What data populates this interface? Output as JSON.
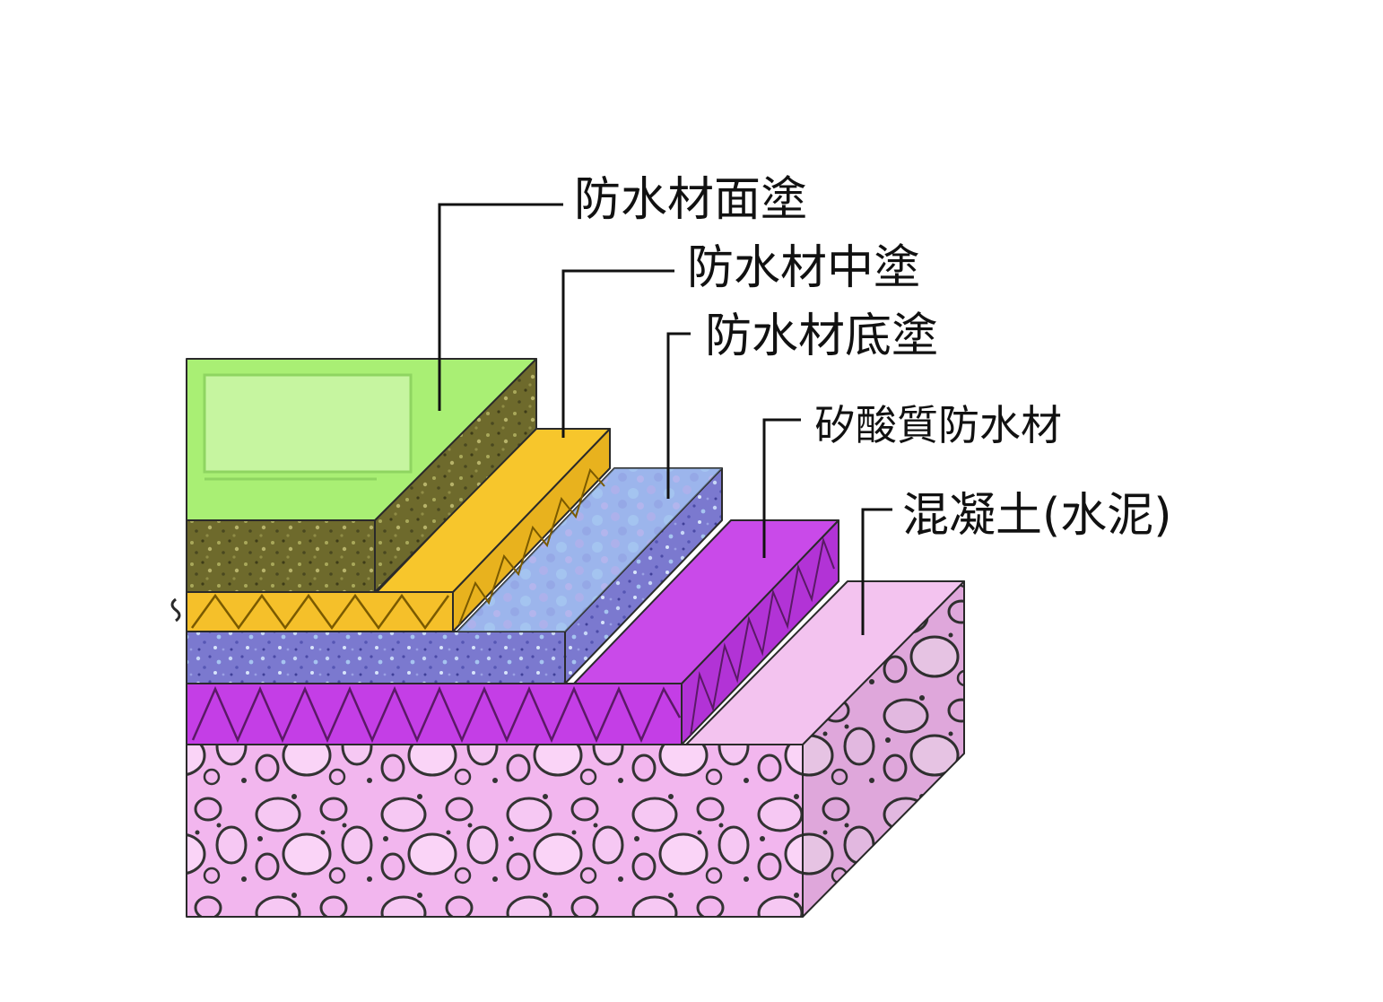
{
  "labels": {
    "topcoat": "防水材面塗",
    "midcoat": "防水材中塗",
    "basecoat": "防水材底塗",
    "silicate": "矽酸質防水材",
    "concrete": "混凝土(水泥)"
  },
  "colors": {
    "topcoat": "#a6ee72",
    "topcoat_side": "#6b6a2a",
    "midcoat": "#f6c226",
    "basecoat": "#9ec6ee",
    "basecoat_side": "#7c78cc",
    "silicate": "#c23de6",
    "concrete": "#f0b2ec",
    "concrete_side": "#d78ad6"
  }
}
